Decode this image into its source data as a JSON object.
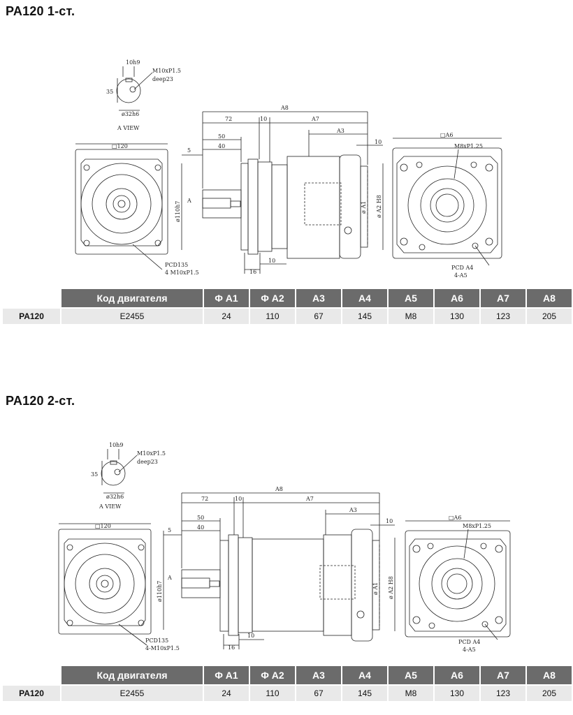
{
  "sections": [
    {
      "title": "PA120 1-ст.",
      "labels": {
        "key": "10h9",
        "thread": "M10xP1.5",
        "deep": "deep23",
        "shaft_h": "35",
        "shaft_d": "ø32h6",
        "view": "A VIEW",
        "square": "□120",
        "pcd_front": "PCD135",
        "front_holes": "4 M10xP1.5",
        "dim_a8": "A8",
        "dim_72": "72",
        "dim_10a": "10",
        "dim_a7": "A7",
        "dim_a3": "A3",
        "dim_10b": "10",
        "dim_50": "50",
        "dim_40": "40",
        "dim_5": "5",
        "dim_16": "16",
        "dim_10c": "10",
        "dia_110": "ø110h7",
        "dia_a1": "ø A1",
        "dia_a2": "ø A2 H8",
        "arrow_a": "A",
        "square_a6": "□A6",
        "motor_thread": "M8xP1.25",
        "pcd_a4": "PCD A4",
        "holes_a5": "4-A5"
      },
      "table": {
        "headers": [
          "Код двигателя",
          "Φ A1",
          "Φ A2",
          "A3",
          "A4",
          "A5",
          "A6",
          "A7",
          "A8"
        ],
        "row": [
          "PA120",
          "E2455",
          "24",
          "110",
          "67",
          "145",
          "M8",
          "130",
          "123",
          "205"
        ]
      }
    },
    {
      "title": "PA120 2-ст.",
      "labels": {
        "key": "10h9",
        "thread": "M10xP1.5",
        "deep": "deep23",
        "shaft_h": "35",
        "shaft_d": "ø32h6",
        "view": "A VIEW",
        "square": "□120",
        "pcd_front": "PCD135",
        "front_holes": "4-M10xP1.5",
        "dim_a8": "A8",
        "dim_72": "72",
        "dim_10a": "10",
        "dim_a7": "A7",
        "dim_a3": "A3",
        "dim_10b": "10",
        "dim_50": "50",
        "dim_40": "40",
        "dim_5": "5",
        "dim_16": "16",
        "dim_10c": "10",
        "dia_110": "ø110h7",
        "dia_a1": "ø A1",
        "dia_a2": "ø A2 H8",
        "arrow_a": "A",
        "square_a6": "□A6",
        "motor_thread": "M8xP1.25",
        "pcd_a4": "PCD A4",
        "holes_a5": "4-A5"
      },
      "table": {
        "headers": [
          "Код двигателя",
          "Φ A1",
          "Φ A2",
          "A3",
          "A4",
          "A5",
          "A6",
          "A7",
          "A8"
        ],
        "row": [
          "PA120",
          "E2455",
          "24",
          "110",
          "67",
          "145",
          "M8",
          "130",
          "123",
          "205"
        ]
      }
    }
  ]
}
